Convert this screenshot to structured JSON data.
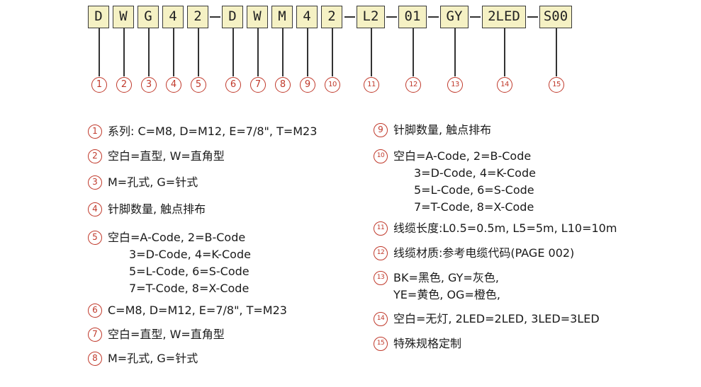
{
  "code_segments": [
    "D",
    "W",
    "G",
    "4",
    "2",
    "D",
    "W",
    "M",
    "4",
    "2",
    "L2",
    "01",
    "GY",
    "2LED",
    "S00"
  ],
  "callout_numbers": [
    "1",
    "2",
    "3",
    "4",
    "5",
    "6",
    "7",
    "8",
    "9",
    "10",
    "11",
    "12",
    "13",
    "14",
    "15"
  ],
  "descriptions": {
    "d1": "系列: C=M8, D=M12, E=7/8\", T=M23",
    "d2": "空白=直型, W=直角型",
    "d3": "M=孔式, G=针式",
    "d4": "针脚数量, 触点排布",
    "d5_line1": "空白=A-Code,  2=B-Code",
    "d5_line2": "3=D-Code,  4=K-Code",
    "d5_line3": "5=L-Code,  6=S-Code",
    "d5_line4": "7=T-Code,  8=X-Code",
    "d6": "C=M8, D=M12, E=7/8\", T=M23",
    "d7": "空白=直型, W=直角型",
    "d8": "M=孔式, G=针式",
    "d9": "针脚数量, 触点排布",
    "d10_line1": "空白=A-Code,  2=B-Code",
    "d10_line2": "3=D-Code,  4=K-Code",
    "d10_line3": "5=L-Code,  6=S-Code",
    "d10_line4": "7=T-Code,  8=X-Code",
    "d11": "线缆长度:L0.5=0.5m, L5=5m, L10=10m",
    "d12": "线缆材质:参考电缆代码(PAGE 002)",
    "d13_line1": "BK=黑色, GY=灰色,",
    "d13_line2": "YE=黄色, OG=橙色,",
    "d14": "空白=无灯, 2LED=2LED, 3LED=3LED",
    "d15": "特殊规格定制"
  },
  "colors": {
    "box_fill": "#f5f1c4",
    "box_border": "#3a3a3a",
    "callout_red": "#c0392b"
  }
}
